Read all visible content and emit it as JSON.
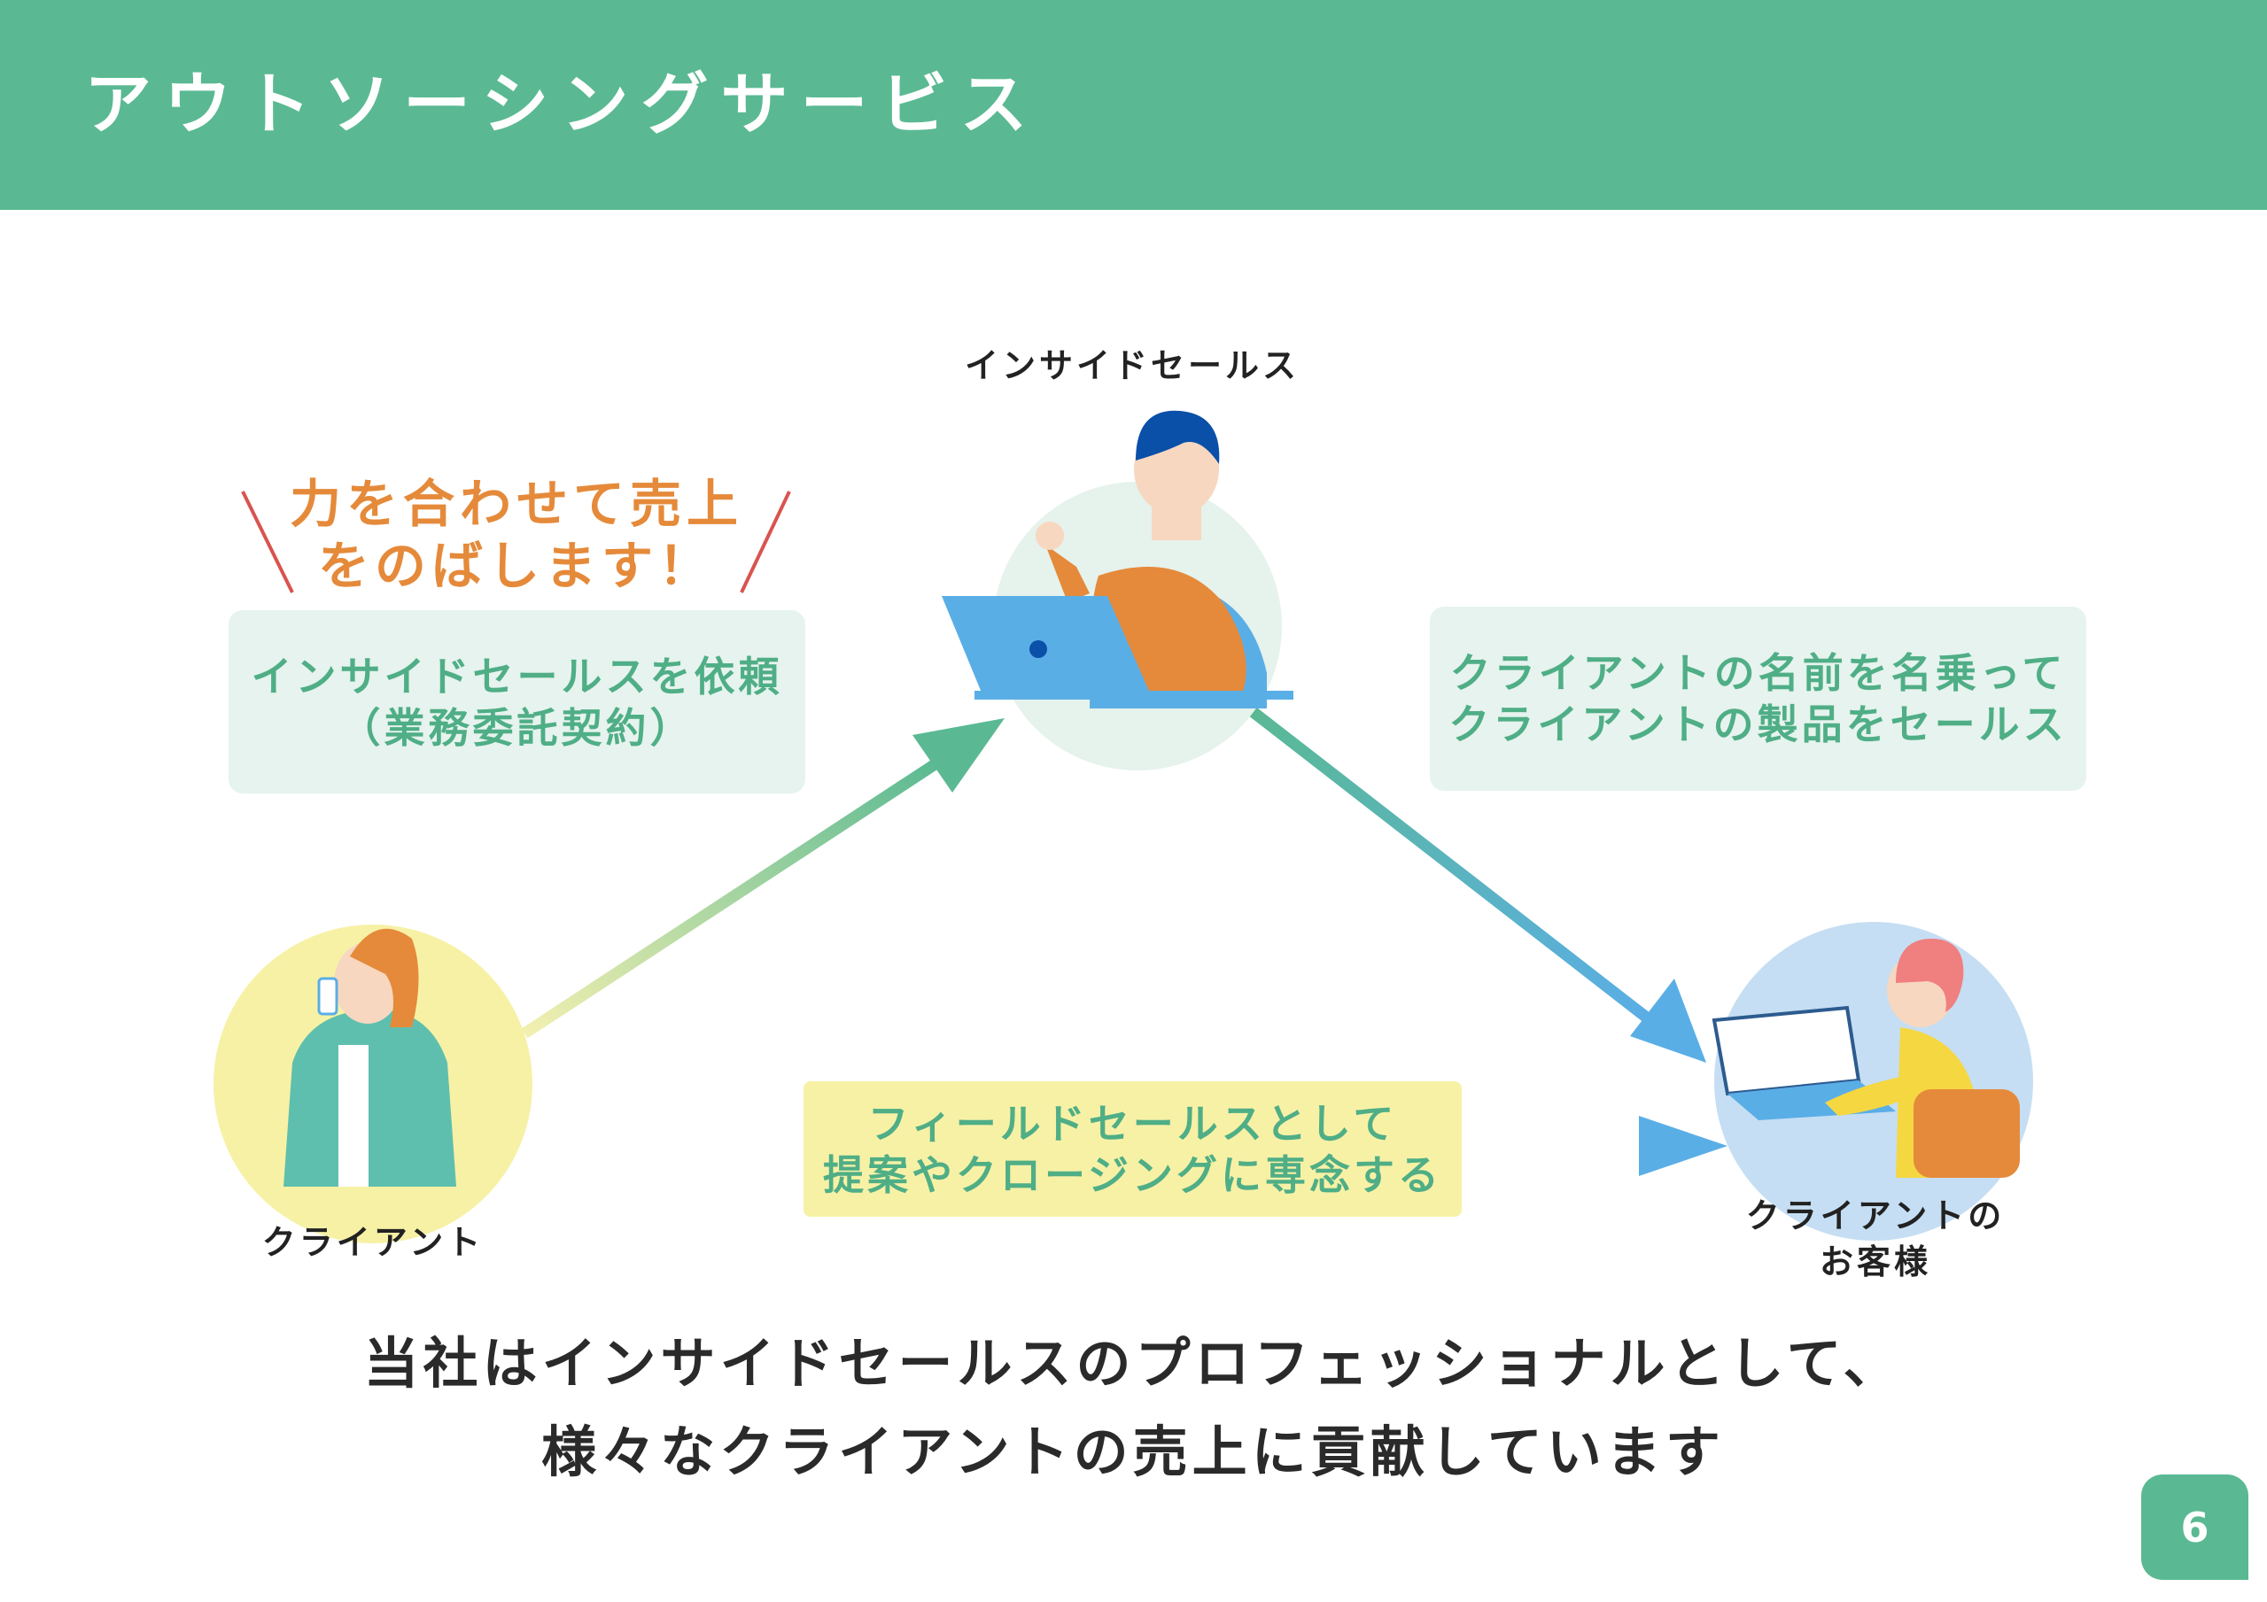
{
  "header": {
    "title": "アウトソーシングサービス"
  },
  "nodes": {
    "inside_sales": "インサイドセールス",
    "client": "クライアント",
    "customer": [
      "クライアントの",
      "お客様"
    ]
  },
  "callout": {
    "lines": [
      "力を合わせて売上",
      "をのばします！"
    ]
  },
  "boxes": {
    "request": [
      "インサイドセールスを依頼",
      "（業務委託契約）"
    ],
    "sell": [
      "クライアントの名前を名乗って",
      "クライアントの製品をセールス"
    ],
    "field": [
      "フィールドセールスとして",
      "提案やクロージングに専念する"
    ]
  },
  "footer_text": [
    "当社はインサイドセールスのプロフェッショナルとして、",
    "様々なクライアントの売上に貢献しています"
  ],
  "page_number": "6",
  "colors": {
    "brand": "#5ab992",
    "orange": "#e58a3a",
    "text_green": "#4fae86",
    "yellow": "#f7f1a6",
    "blue": "#5aaee6"
  }
}
